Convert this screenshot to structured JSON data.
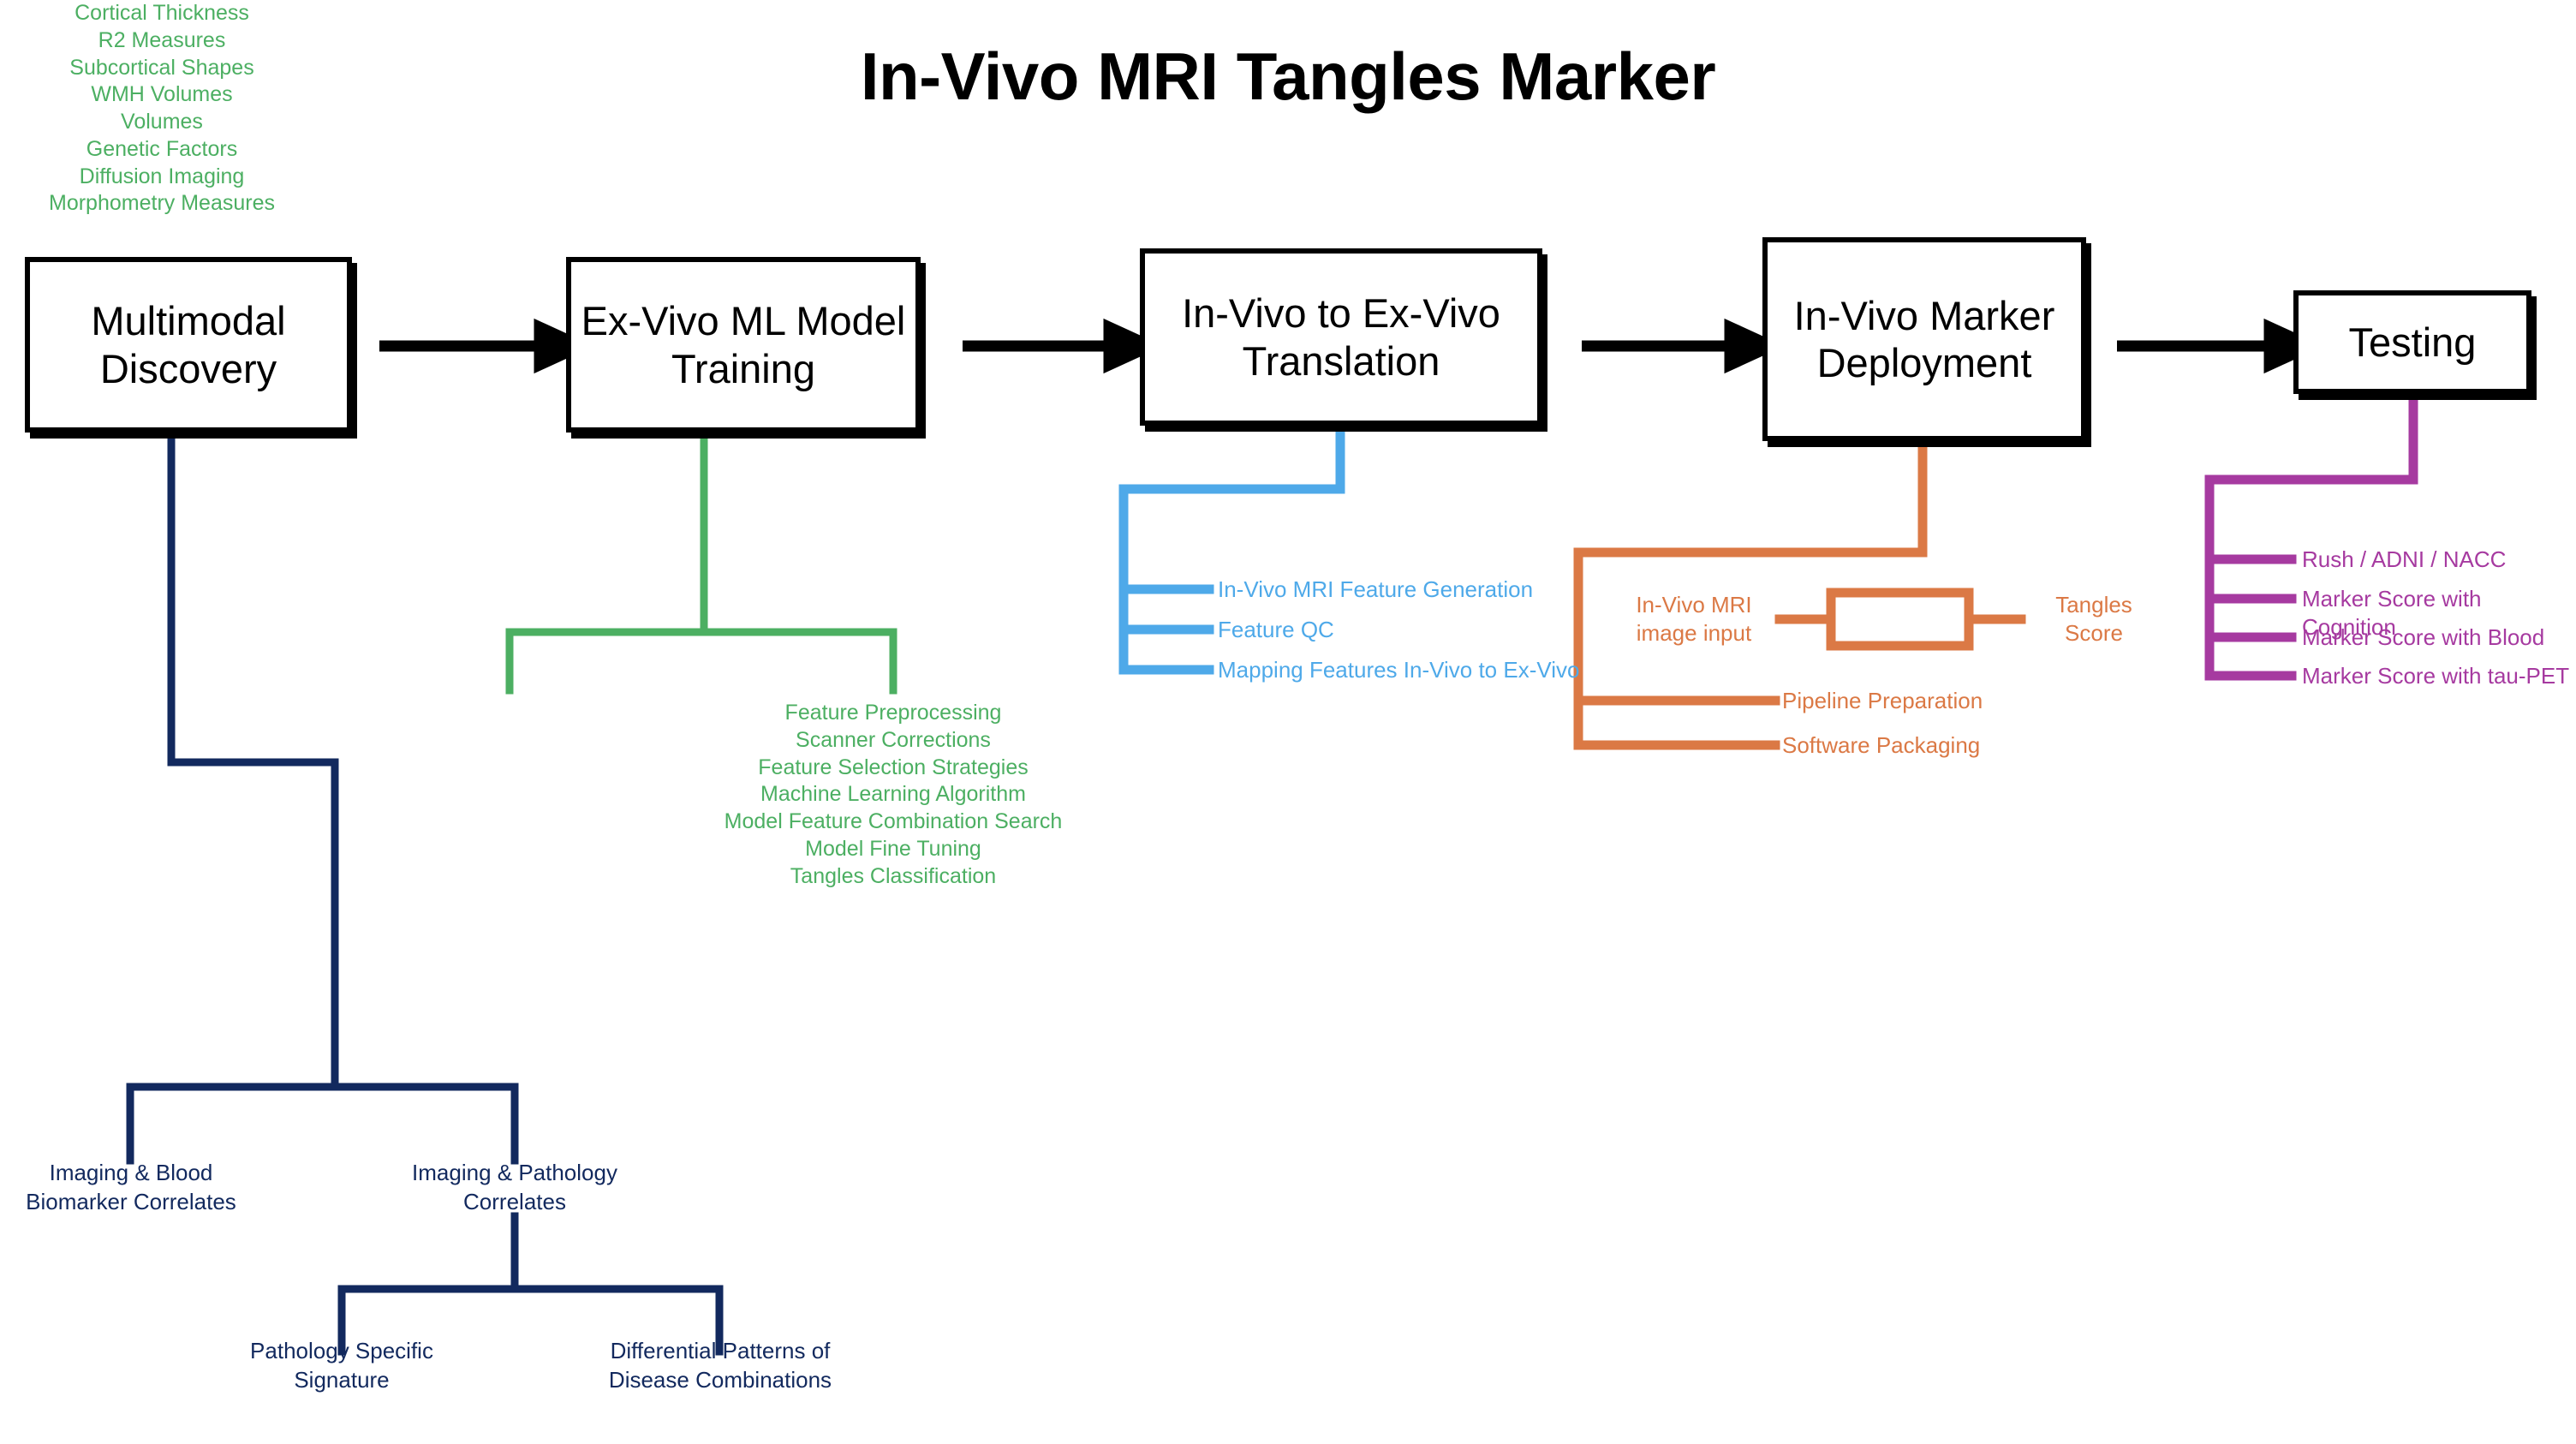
{
  "title": "In-Vivo MRI Tangles Marker",
  "colors": {
    "black": "#000000",
    "navy": "#12295E",
    "green": "#4CAF62",
    "blue": "#4EA9E9",
    "orange": "#DB7945",
    "purple": "#A63AA0",
    "background": "#FFFFFF"
  },
  "stages": [
    {
      "id": "multimodal-discovery",
      "label": "Multimodal\nDiscovery"
    },
    {
      "id": "exvivo-ml-model-training",
      "label": "Ex-Vivo ML\nModel Training"
    },
    {
      "id": "invivo-to-exvivo-translation",
      "label": "In-Vivo to Ex-Vivo\nTranslation"
    },
    {
      "id": "invivo-marker-deployment",
      "label": "In-Vivo\nMarker\nDeployment"
    },
    {
      "id": "testing",
      "label": "Testing"
    }
  ],
  "branches": {
    "multimodal_discovery": {
      "color": "#12295E",
      "level1": [
        {
          "label": "Imaging & Blood\nBiomarker Correlates"
        },
        {
          "label": "Imaging & Pathology\nCorrelates"
        }
      ],
      "level2": [
        {
          "label": "Pathology Specific\nSignature"
        },
        {
          "label": "Differential Patterns of\nDisease Combinations"
        }
      ]
    },
    "exvivo_ml_model_training": {
      "color": "#4CAF62",
      "left_column": [
        "Cortical Thickness",
        "R2 Measures",
        "Subcortical Shapes",
        "WMH Volumes",
        "Volumes",
        "Genetic Factors",
        "Diffusion Imaging",
        "Morphometry Measures"
      ],
      "right_column": [
        "Feature Preprocessing",
        "Scanner Corrections",
        "Feature Selection Strategies",
        "Machine Learning Algorithm",
        "Model Feature Combination Search",
        "Model Fine Tuning",
        "Tangles Classification"
      ]
    },
    "invivo_to_exvivo_translation": {
      "color": "#4EA9E9",
      "items": [
        "In-Vivo MRI Feature Generation",
        "Feature QC",
        "Mapping Features In-Vivo to Ex-Vivo"
      ]
    },
    "invivo_marker_deployment": {
      "color": "#DB7945",
      "pipeline": {
        "input_label": "In-Vivo MRI\nimage input",
        "processor_label": "",
        "output_label": "Tangles\nScore"
      },
      "items": [
        "Pipeline Preparation",
        "Software Packaging"
      ]
    },
    "testing": {
      "color": "#A63AA0",
      "items": [
        "Rush / ADNI / NACC",
        "Marker Score with Cognition",
        "Marker Score with Blood",
        "Marker Score with tau-PET"
      ]
    }
  }
}
